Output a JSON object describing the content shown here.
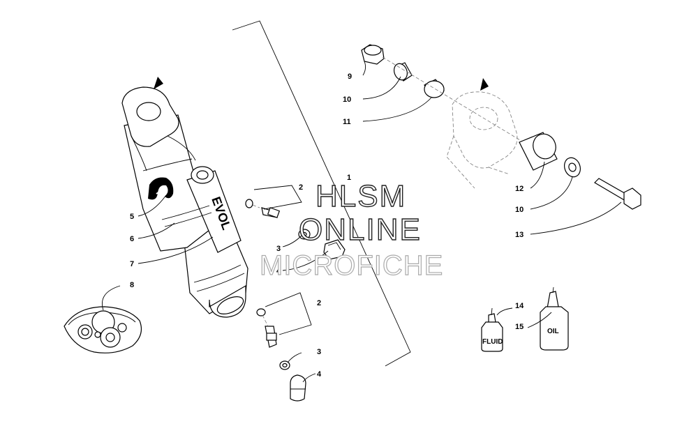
{
  "watermark": {
    "line1": "HLSM",
    "line2": "ONLINE",
    "line3": "MICROFICHE"
  },
  "shock_labels": {
    "brand": "EVOL"
  },
  "bottle_labels": {
    "fluid": "FLUID",
    "oil": "OIL"
  },
  "callouts": {
    "c1": "1",
    "c2a": "2",
    "c2b": "2",
    "c3a": "3",
    "c3b": "3",
    "c4a": "4",
    "c4b": "4",
    "c5": "5",
    "c6": "6",
    "c7": "7",
    "c8": "8",
    "c9": "9",
    "c10a": "10",
    "c10b": "10",
    "c11": "11",
    "c12": "12",
    "c13": "13",
    "c14": "14",
    "c15": "15"
  }
}
